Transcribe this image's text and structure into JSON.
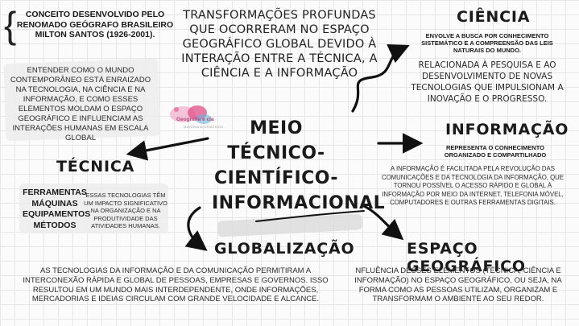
{
  "concept": {
    "title": "CONCEITO DESENVOLVIDO PELO RENOMADO GEÓGRAFO BRASILEIRO MILTON SANTOS (1926-2001).",
    "explanation": "ENTENDER COMO O MUNDO CONTEMPORÂNEO ESTÁ ENRAIZADO NA TECNOLOGIA, NA CIÊNCIA E NA INFORMAÇÃO, E COMO ESSES ELEMENTOS MOLDAM O ESPAÇO GEOGRÁFICO E INFLUENCIAM AS INTERAÇÕES HUMANAS EM ESCALA GLOBAL"
  },
  "main_title": "TRANSFORMAÇÕES PROFUNDAS QUE OCORRERAM NO ESPAÇO GEOGRÁFICO GLOBAL DEVIDO À INTERAÇÃO ENTRE A TÉCNICA, A CIÊNCIA E A INFORMAÇÃO",
  "center_topic": "MEIO TÉCNICO-CIENTÍFICO-INFORMACIONAL",
  "logo": {
    "name": "Geografia e cia",
    "subtitle": "MATERIAIS CRIATIVOS"
  },
  "ciencia": {
    "heading": "CIÊNCIA",
    "subtitle": "ENVOLVE A BUSCA POR CONHECIMENTO SISTEMÁTICO E A COMPREENSÃO DAS LEIS NATURAIS DO MUNDO.",
    "text": "RELACIONADA À PESQUISA E AO DESENVOLVIMENTO DE NOVAS TECNOLOGIAS QUE IMPULSIONAM A INOVAÇÃO E O PROGRESSO."
  },
  "informacao": {
    "heading": "INFORMAÇÃO",
    "subtitle": "REPRESENTA O CONHECIMENTO ORGANIZADO E COMPARTILHADO",
    "text": "A INFORMAÇÃO É FACILITADA PELA REVOLUÇÃO DAS COMUNICAÇÕES E DA TECNOLOGIA DA INFORMAÇÃO, QUE TORNOU POSSÍVEL O ACESSO RÁPIDO E GLOBAL À INFORMAÇÃO POR MEIO DA INTERNET, TELEFONIA MÓVEL, COMPUTADORES E OUTRAS FERRAMENTAS DIGITAIS."
  },
  "tecnica": {
    "heading": "TÉCNICA",
    "items": [
      "FERRAMENTAS",
      "MÁQUINAS",
      "EQUIPAMENTOS",
      "MÉTODOS"
    ],
    "text": "ESSAS TECNOLOGIAS TÊM UM IMPACTO SIGNIFICATIVO NA ORGANIZAÇÃO E NA PRODUTIVIDADE DAS ATIVIDADES HUMANAS."
  },
  "globalizacao": {
    "heading": "GLOBALIZAÇÃO",
    "text": "AS TECNOLOGIAS DA INFORMAÇÃO E DA COMUNICAÇÃO PERMITIRAM A INTERCONEXÃO RÁPIDA E GLOBAL DE PESSOAS, EMPRESAS E GOVERNOS. ISSO RESULTOU EM UM MUNDO MAIS INTERDEPENDENTE, ONDE INFORMAÇÕES, MERCADORIAS E IDEIAS CIRCULAM COM GRANDE VELOCIDADE E ALCANCE."
  },
  "espaco": {
    "heading": "ESPAÇO GEOGRÁFICO",
    "text": "NFLUÊNCIA DESSES ELEMENTOS (TÉCNICA, CIÊNCIA E INFORMAÇÃO) NO ESPAÇO GEOGRÁFICO, OU SEJA, NA FORMA COMO AS PESSOAS UTILIZAM, ORGANIZAM E TRANSFORMAM O AMBIENTE AO SEU REDOR."
  },
  "colors": {
    "ink": "#1a1a1a",
    "logo_pink": "#e0508a",
    "logo_blue": "#6ab7d8"
  }
}
